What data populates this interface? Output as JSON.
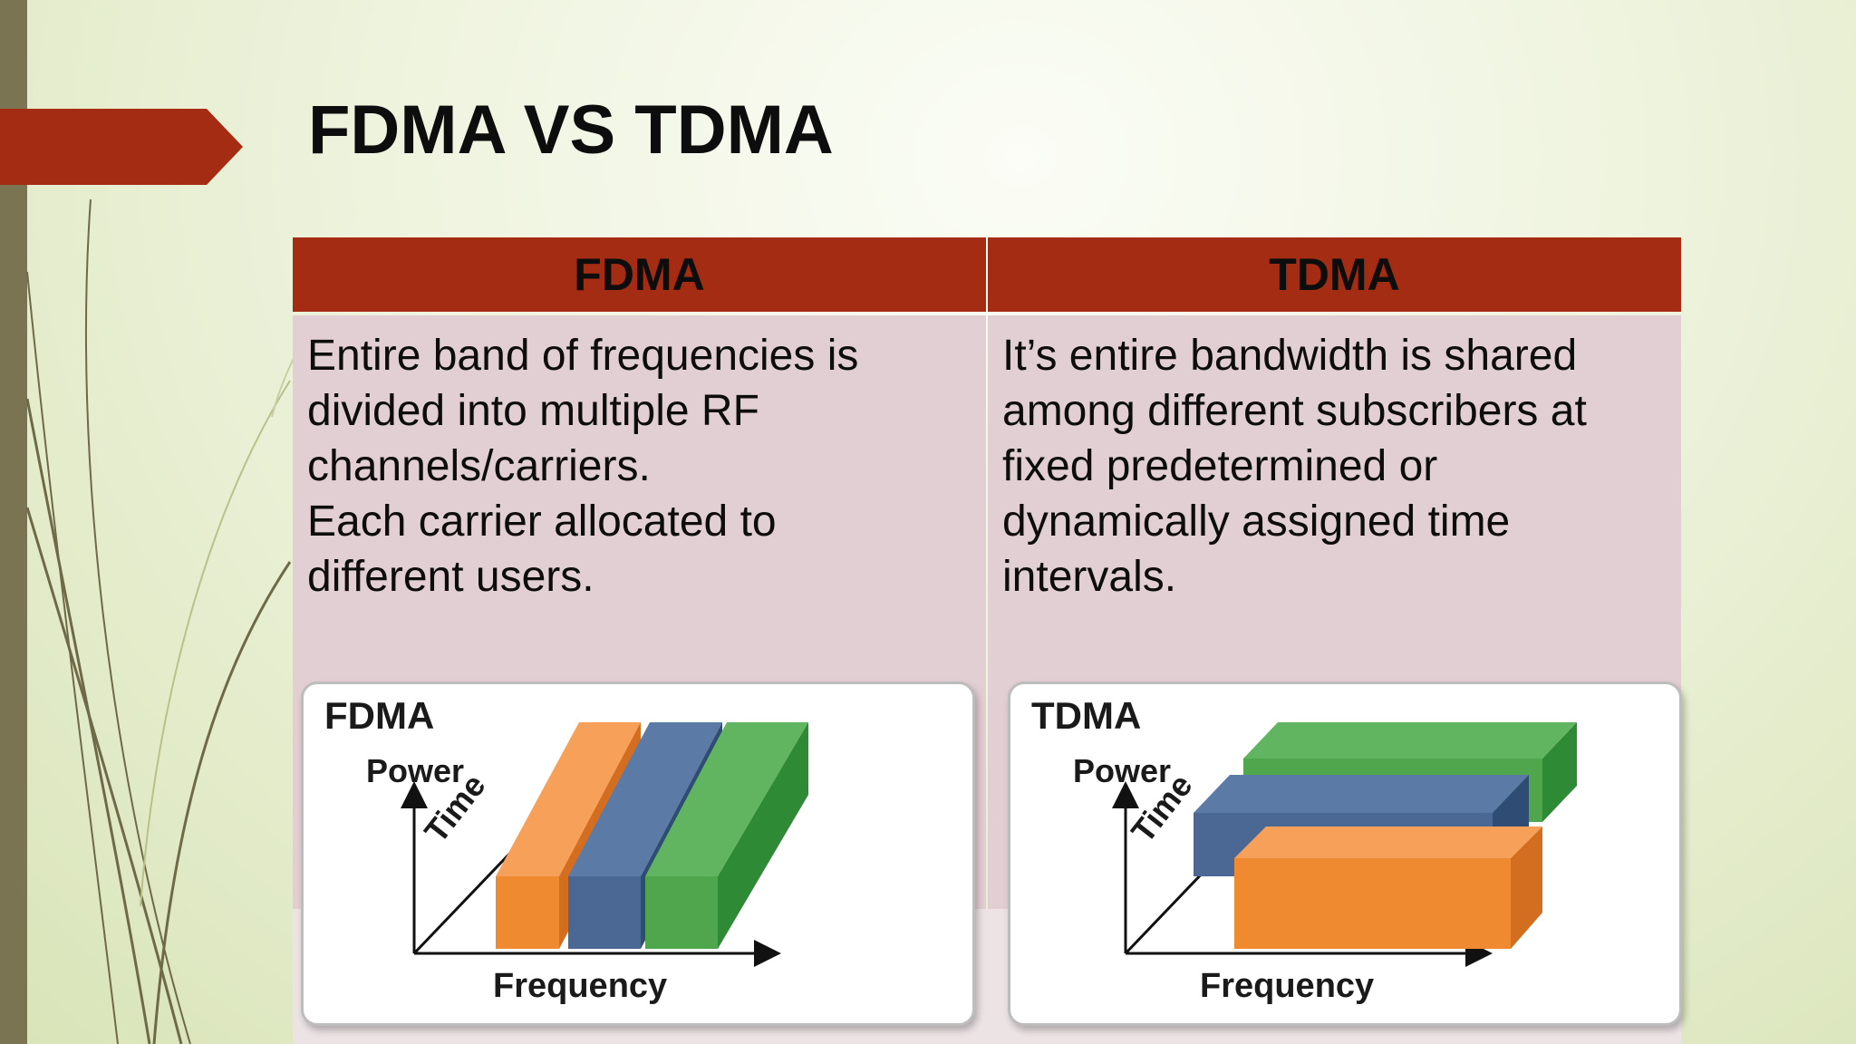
{
  "slide": {
    "title": "FDMA VS TDMA",
    "colors": {
      "header_red": "#a32c12",
      "cell_pink": "#e2cfd3",
      "orange": "#f08a30",
      "blue": "#4a6893",
      "green": "#4fa64d"
    }
  },
  "table": {
    "headers": [
      "FDMA",
      "TDMA"
    ],
    "fdma_lines": [
      "Entire band of  frequencies is",
      "divided  into multiple RF",
      "channels/carriers.",
      "Each carrier allocated  to",
      "different users."
    ],
    "tdma_lines": [
      "It’s entire bandwidth is shared",
      "among different subscribers at",
      "fixed predetermined or",
      "dynamically assigned time",
      "intervals."
    ]
  },
  "diagrams": {
    "fdma": {
      "title": "FDMA",
      "y_axis": "Power",
      "x_axis": "Frequency",
      "z_axis": "Time"
    },
    "tdma": {
      "title": "TDMA",
      "y_axis": "Power",
      "x_axis": "Frequency",
      "z_axis": "Time"
    }
  }
}
